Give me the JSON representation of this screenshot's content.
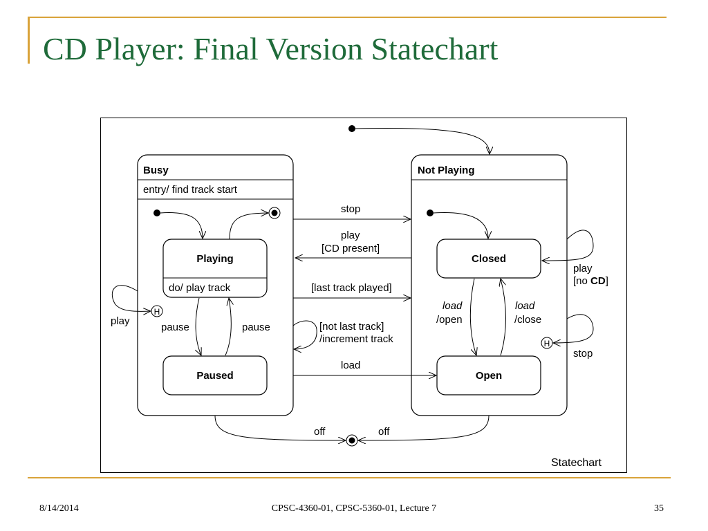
{
  "slide": {
    "title": "CD Player: Final Version Statechart",
    "footer_date": "8/14/2014",
    "footer_course": "CPSC-4360-01, CPSC-5360-01, Lecture 7",
    "footer_page": "35",
    "accent_color": "#d9a33a",
    "title_color": "#1f6b3a"
  },
  "diagram": {
    "caption": "Statechart",
    "busy": {
      "name": "Busy",
      "entry": "entry/ find track start",
      "playing": {
        "name": "Playing",
        "activity": "do/ play track"
      },
      "paused": {
        "name": "Paused"
      },
      "pause_down": "pause",
      "pause_up": "pause",
      "history": "H",
      "play_self": "play"
    },
    "not_playing": {
      "name": "Not Playing",
      "closed": {
        "name": "Closed"
      },
      "open": {
        "name": "Open"
      },
      "load_open_event": "load",
      "load_open_action": "/open",
      "load_close_event": "load",
      "load_close_action": "/close",
      "history": "H",
      "play_no_cd_1": "play",
      "play_no_cd_2_open": "[no ",
      "play_no_cd_2_bold": "CD",
      "play_no_cd_2_close": "]",
      "stop_self": "stop"
    },
    "transitions": {
      "stop": "stop",
      "play_line1": "play",
      "play_line2": "[CD present]",
      "last_track": "[last track played]",
      "not_last_line1": "[not last track]",
      "not_last_line2": "/increment track",
      "load": "load",
      "off_left": "off",
      "off_right": "off"
    }
  }
}
